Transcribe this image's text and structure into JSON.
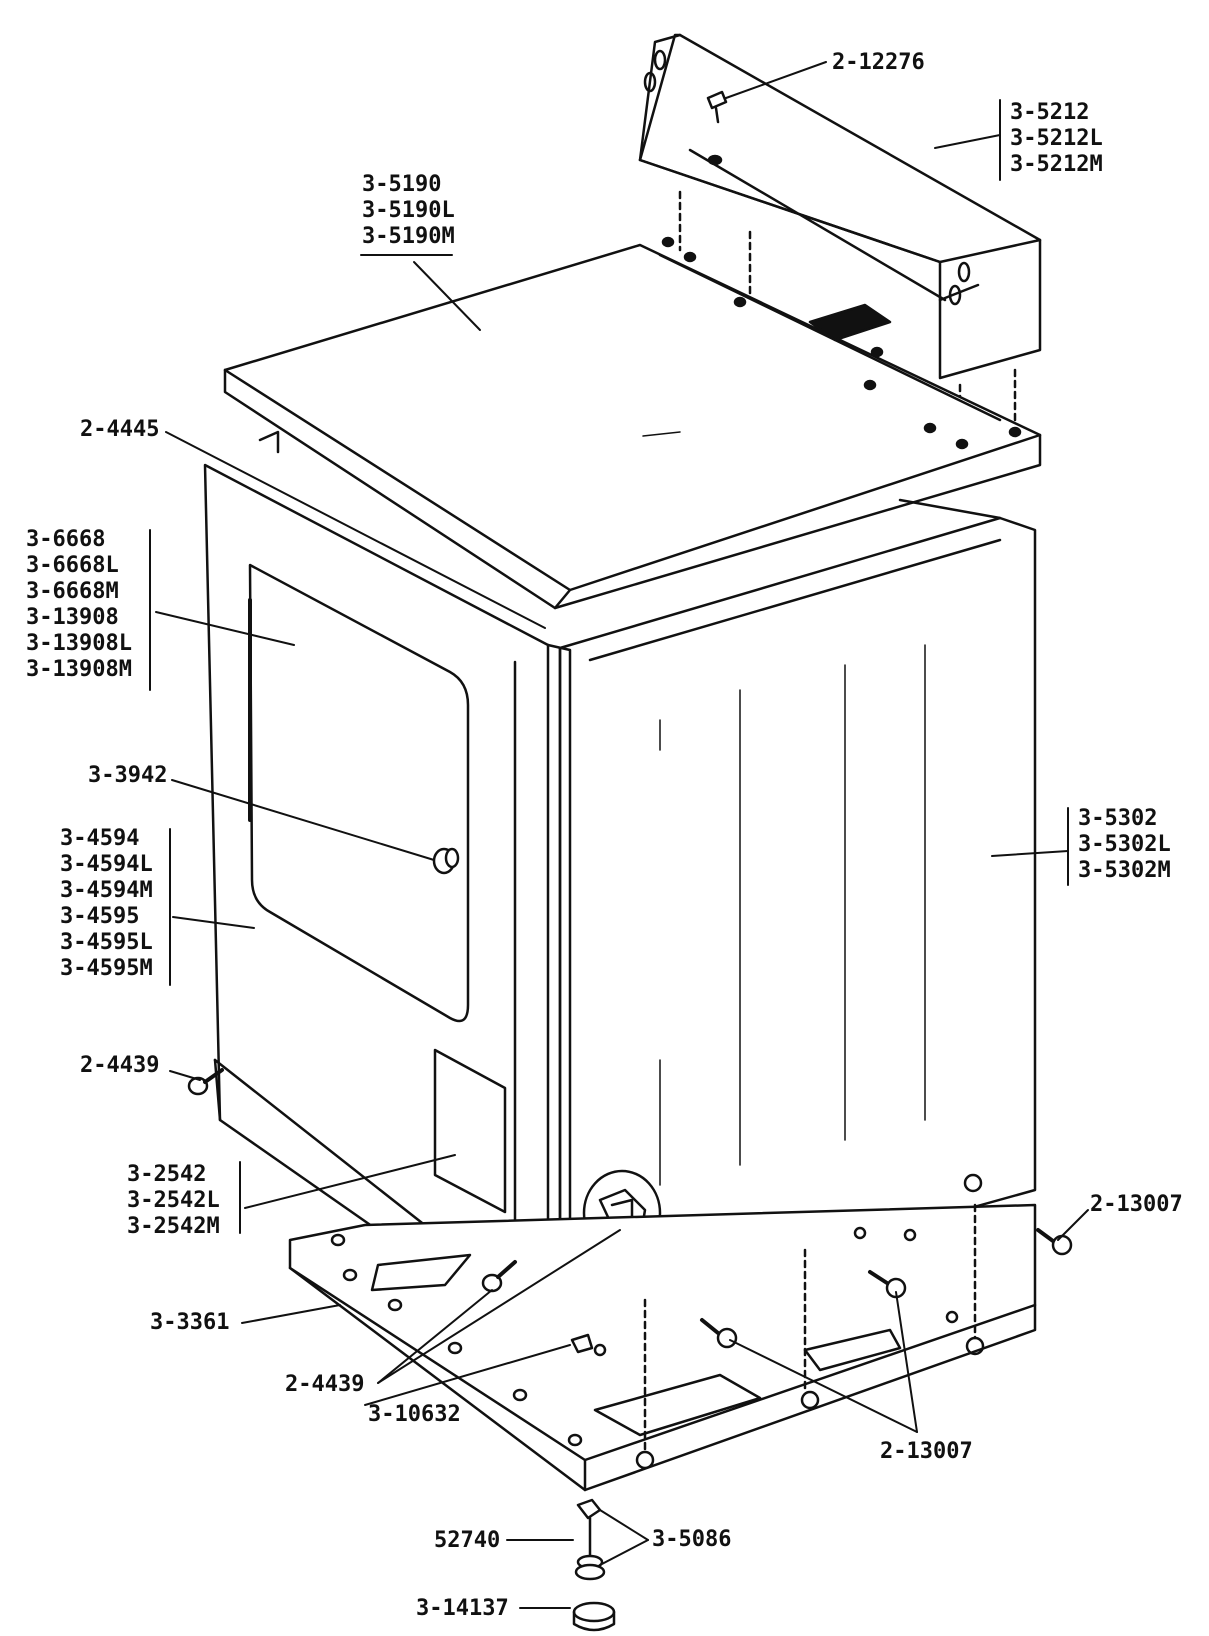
{
  "callouts": {
    "c2_12276": "2-12276",
    "c3_5212": [
      "3-5212",
      "3-5212L",
      "3-5212M"
    ],
    "c3_5190": [
      "3-5190",
      "3-5190L",
      "3-5190M"
    ],
    "c2_4445": "2-4445",
    "c3_6668": [
      "3-6668",
      "3-6668L",
      "3-6668M",
      "3-13908",
      "3-13908L",
      "3-13908M"
    ],
    "c3_3942": "3-3942",
    "c3_4594": [
      "3-4594",
      "3-4594L",
      "3-4594M",
      "3-4595",
      "3-4595L",
      "3-4595M"
    ],
    "c3_5302": [
      "3-5302",
      "3-5302L",
      "3-5302M"
    ],
    "c2_4439_left": "2-4439",
    "c3_2542": [
      "3-2542",
      "3-2542L",
      "3-2542M"
    ],
    "c2_13007_right": "2-13007",
    "c3_3361": "3-3361",
    "c2_4439_bottom": "2-4439",
    "c3_10632": "3-10632",
    "c2_13007_bottom": "2-13007",
    "c52740": "52740",
    "c3_5086": "3-5086",
    "c3_14137": "3-14137"
  }
}
